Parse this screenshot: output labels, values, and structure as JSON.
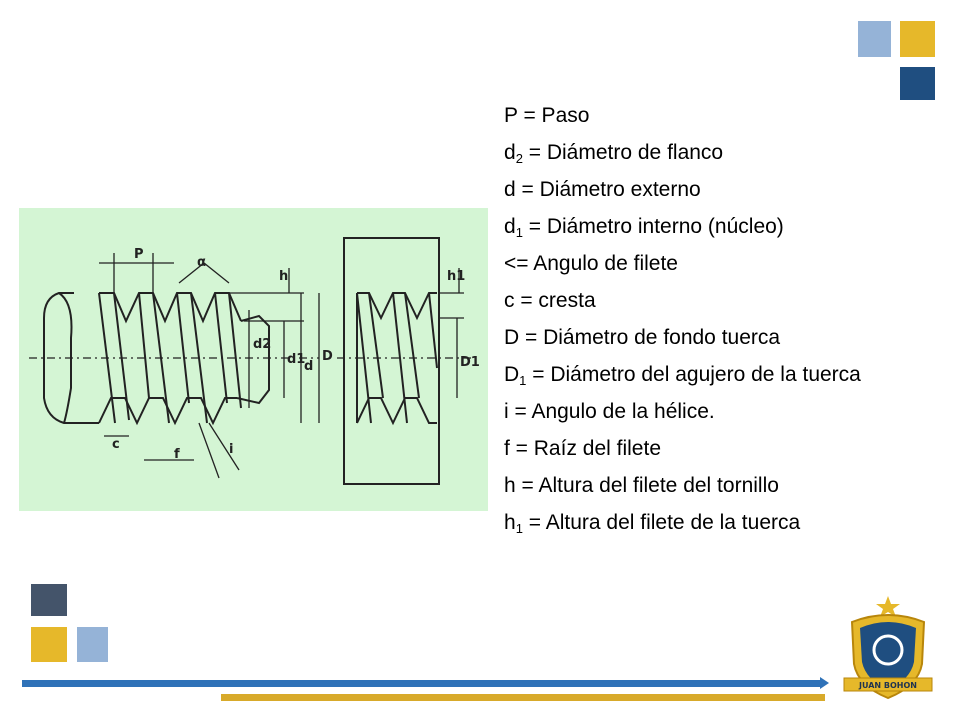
{
  "legend": [
    {
      "main": "P = Paso",
      "sub": "",
      "rest": ""
    },
    {
      "main": "d",
      "sub": "2",
      "rest": " = Diámetro de flanco"
    },
    {
      "main": "d = Diámetro externo",
      "sub": "",
      "rest": ""
    },
    {
      "main": "d",
      "sub": "1",
      "rest": " = Diámetro interno (núcleo)"
    },
    {
      "main": "<= Angulo de filete",
      "sub": "",
      "rest": ""
    },
    {
      "main": "c = cresta",
      "sub": "",
      "rest": ""
    },
    {
      "main": "D = Diámetro de fondo tuerca",
      "sub": "",
      "rest": ""
    },
    {
      "main": "D",
      "sub": "1",
      "rest": " = Diámetro del agujero de la tuerca"
    },
    {
      "main": "i = Angulo de la hélice.",
      "sub": "",
      "rest": ""
    },
    {
      "main": "f = Raíz del filete",
      "sub": "",
      "rest": ""
    },
    {
      "main": "h = Altura del filete del tornillo",
      "sub": "",
      "rest": ""
    },
    {
      "main": "h",
      "sub": "1",
      "rest": " = Altura del filete de la tuerca"
    }
  ],
  "figure": {
    "labels": {
      "P": "P",
      "alpha": "α",
      "h": "h",
      "h1": "h1",
      "d2": "d2",
      "d1": "d1",
      "d": "d",
      "D": "D",
      "D1": "D1",
      "c": "c",
      "f": "f",
      "i": "i"
    }
  },
  "logo": {
    "text": "JUAN BOHON"
  },
  "colors": {
    "light_blue": "#95b3d7",
    "gold": "#e6b82a",
    "navy": "#1f4e80",
    "slate": "#44546a",
    "figure_bg": "#d4f5d4",
    "bar_blue": "#2f72b8",
    "bar_gold": "#d8aa2a"
  }
}
